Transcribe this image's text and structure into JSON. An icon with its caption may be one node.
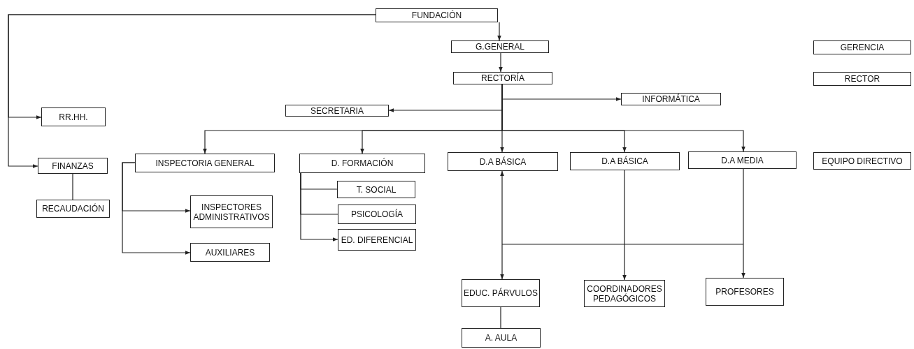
{
  "diagram": {
    "nodes": [
      {
        "text": [
          "FUNDACIÓN"
        ]
      },
      {
        "text": [
          "G.GENERAL"
        ]
      },
      {
        "text": [
          "RECTORÍA"
        ]
      },
      {
        "text": [
          "INFORMÁTICA"
        ]
      },
      {
        "text": [
          "SECRETARIA"
        ]
      },
      {
        "text": [
          "GERENCIA"
        ]
      },
      {
        "text": [
          "RECTOR"
        ]
      },
      {
        "text": [
          "RR.HH."
        ]
      },
      {
        "text": [
          "FINANZAS"
        ]
      },
      {
        "text": [
          "RECAUDACIÓN"
        ]
      },
      {
        "text": [
          "INSPECTORIA GENERAL"
        ]
      },
      {
        "text": [
          "INSPECTORES ADMINISTRATIVOS"
        ]
      },
      {
        "text": [
          "AUXILIARES"
        ]
      },
      {
        "text": [
          "D. FORMACIÓN"
        ]
      },
      {
        "text": [
          "T. SOCIAL"
        ]
      },
      {
        "text": [
          "PSICOLOGÍA"
        ]
      },
      {
        "text": [
          "ED. DIFERENCIAL"
        ]
      },
      {
        "text": [
          "D.A BÁSICA"
        ]
      },
      {
        "text": [
          "D.A BÁSICA"
        ]
      },
      {
        "text": [
          "D.A MEDIA"
        ]
      },
      {
        "text": [
          "EQUIPO DIRECTIVO"
        ]
      },
      {
        "text": [
          "EDUC. PÁRVULOS"
        ]
      },
      {
        "text": [
          "COORDINADORES PEDAGÓGICOS"
        ]
      },
      {
        "text": [
          "PROFESORES"
        ]
      },
      {
        "text": [
          "A. AULA"
        ]
      }
    ],
    "edges": [
      {
        "from": 0,
        "to": 1,
        "arrow": "to"
      },
      {
        "from": 1,
        "to": 2,
        "arrow": "to"
      },
      {
        "from": 2,
        "to": 3,
        "arrow": "to"
      },
      {
        "from": 2,
        "to": 4,
        "arrow": "to"
      },
      {
        "from": 0,
        "to": 7,
        "arrow": "to"
      },
      {
        "from": 0,
        "to": 8,
        "arrow": "to"
      },
      {
        "from": 8,
        "to": 9,
        "arrow": "none"
      },
      {
        "from": 2,
        "to": 10,
        "arrow": "to"
      },
      {
        "from": 2,
        "to": 13,
        "arrow": "to"
      },
      {
        "from": 2,
        "to": 17,
        "arrow": "to"
      },
      {
        "from": 2,
        "to": 18,
        "arrow": "to"
      },
      {
        "from": 2,
        "to": 19,
        "arrow": "to"
      },
      {
        "from": 10,
        "to": 11,
        "arrow": "to"
      },
      {
        "from": 10,
        "to": 12,
        "arrow": "to"
      },
      {
        "from": 13,
        "to": 14,
        "arrow": "none"
      },
      {
        "from": 13,
        "to": 15,
        "arrow": "none"
      },
      {
        "from": 13,
        "to": 16,
        "arrow": "to"
      },
      {
        "from": 17,
        "to": 21,
        "arrow": "both"
      },
      {
        "from": 18,
        "to": 22,
        "arrow": "to"
      },
      {
        "from": 19,
        "to": 23,
        "arrow": "to"
      },
      {
        "from": 21,
        "to": 24,
        "arrow": "none"
      }
    ]
  }
}
